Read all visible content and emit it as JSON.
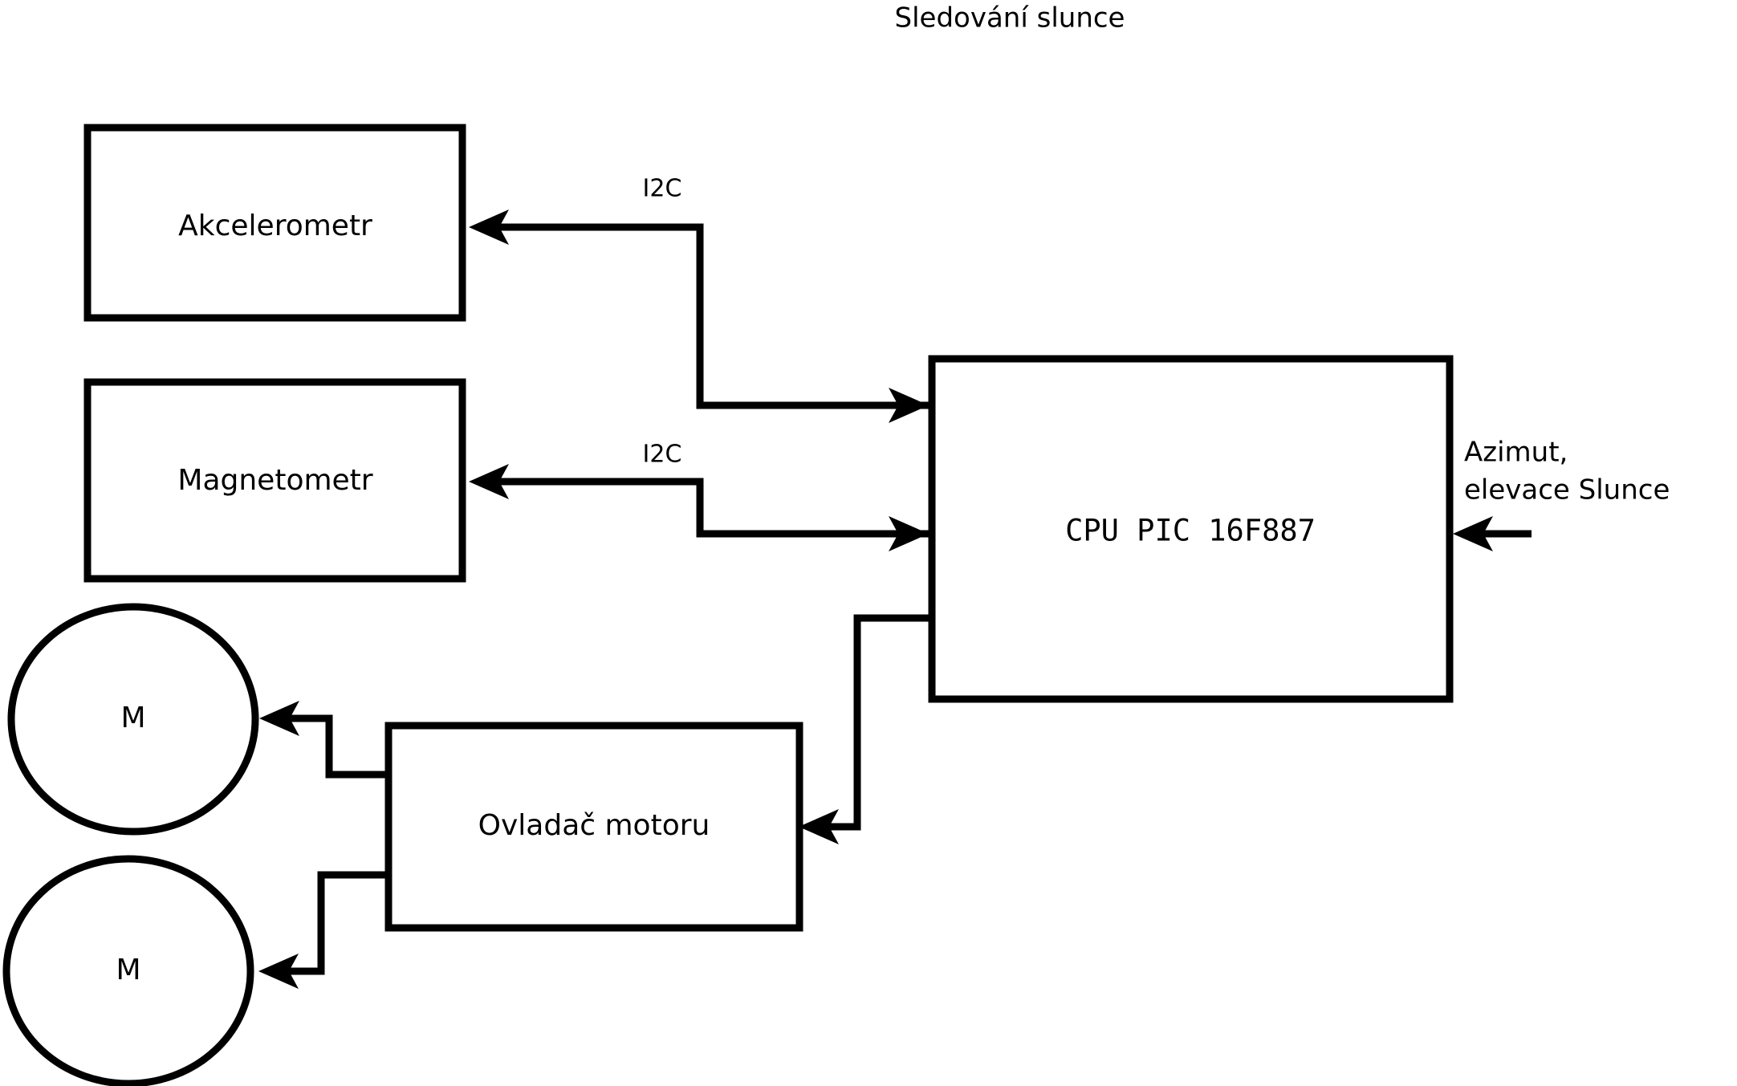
{
  "diagram": {
    "title": "Sledování slunce",
    "nodes": [
      {
        "id": "accelerometer",
        "label": "Akcelerometr",
        "shape": "rectangle"
      },
      {
        "id": "magnetometer",
        "label": "Magnetometr",
        "shape": "rectangle"
      },
      {
        "id": "cpu",
        "label": "CPU PIC 16F887",
        "shape": "rectangle"
      },
      {
        "id": "motor-driver",
        "label": "Ovladač motoru",
        "shape": "rectangle"
      },
      {
        "id": "motor-upper",
        "label": "M",
        "shape": "ellipse"
      },
      {
        "id": "motor-lower",
        "label": "M",
        "shape": "ellipse"
      }
    ],
    "edge_labels": {
      "i2c_accelerometer": "I2C",
      "i2c_magnetometer": "I2C"
    },
    "io_labels": {
      "sun_input_line1": "Azimut,",
      "sun_input_line2": "elevace Slunce"
    },
    "colors": {
      "stroke": "#000000",
      "fill": "#ffffff",
      "background": "#ffffff"
    }
  }
}
